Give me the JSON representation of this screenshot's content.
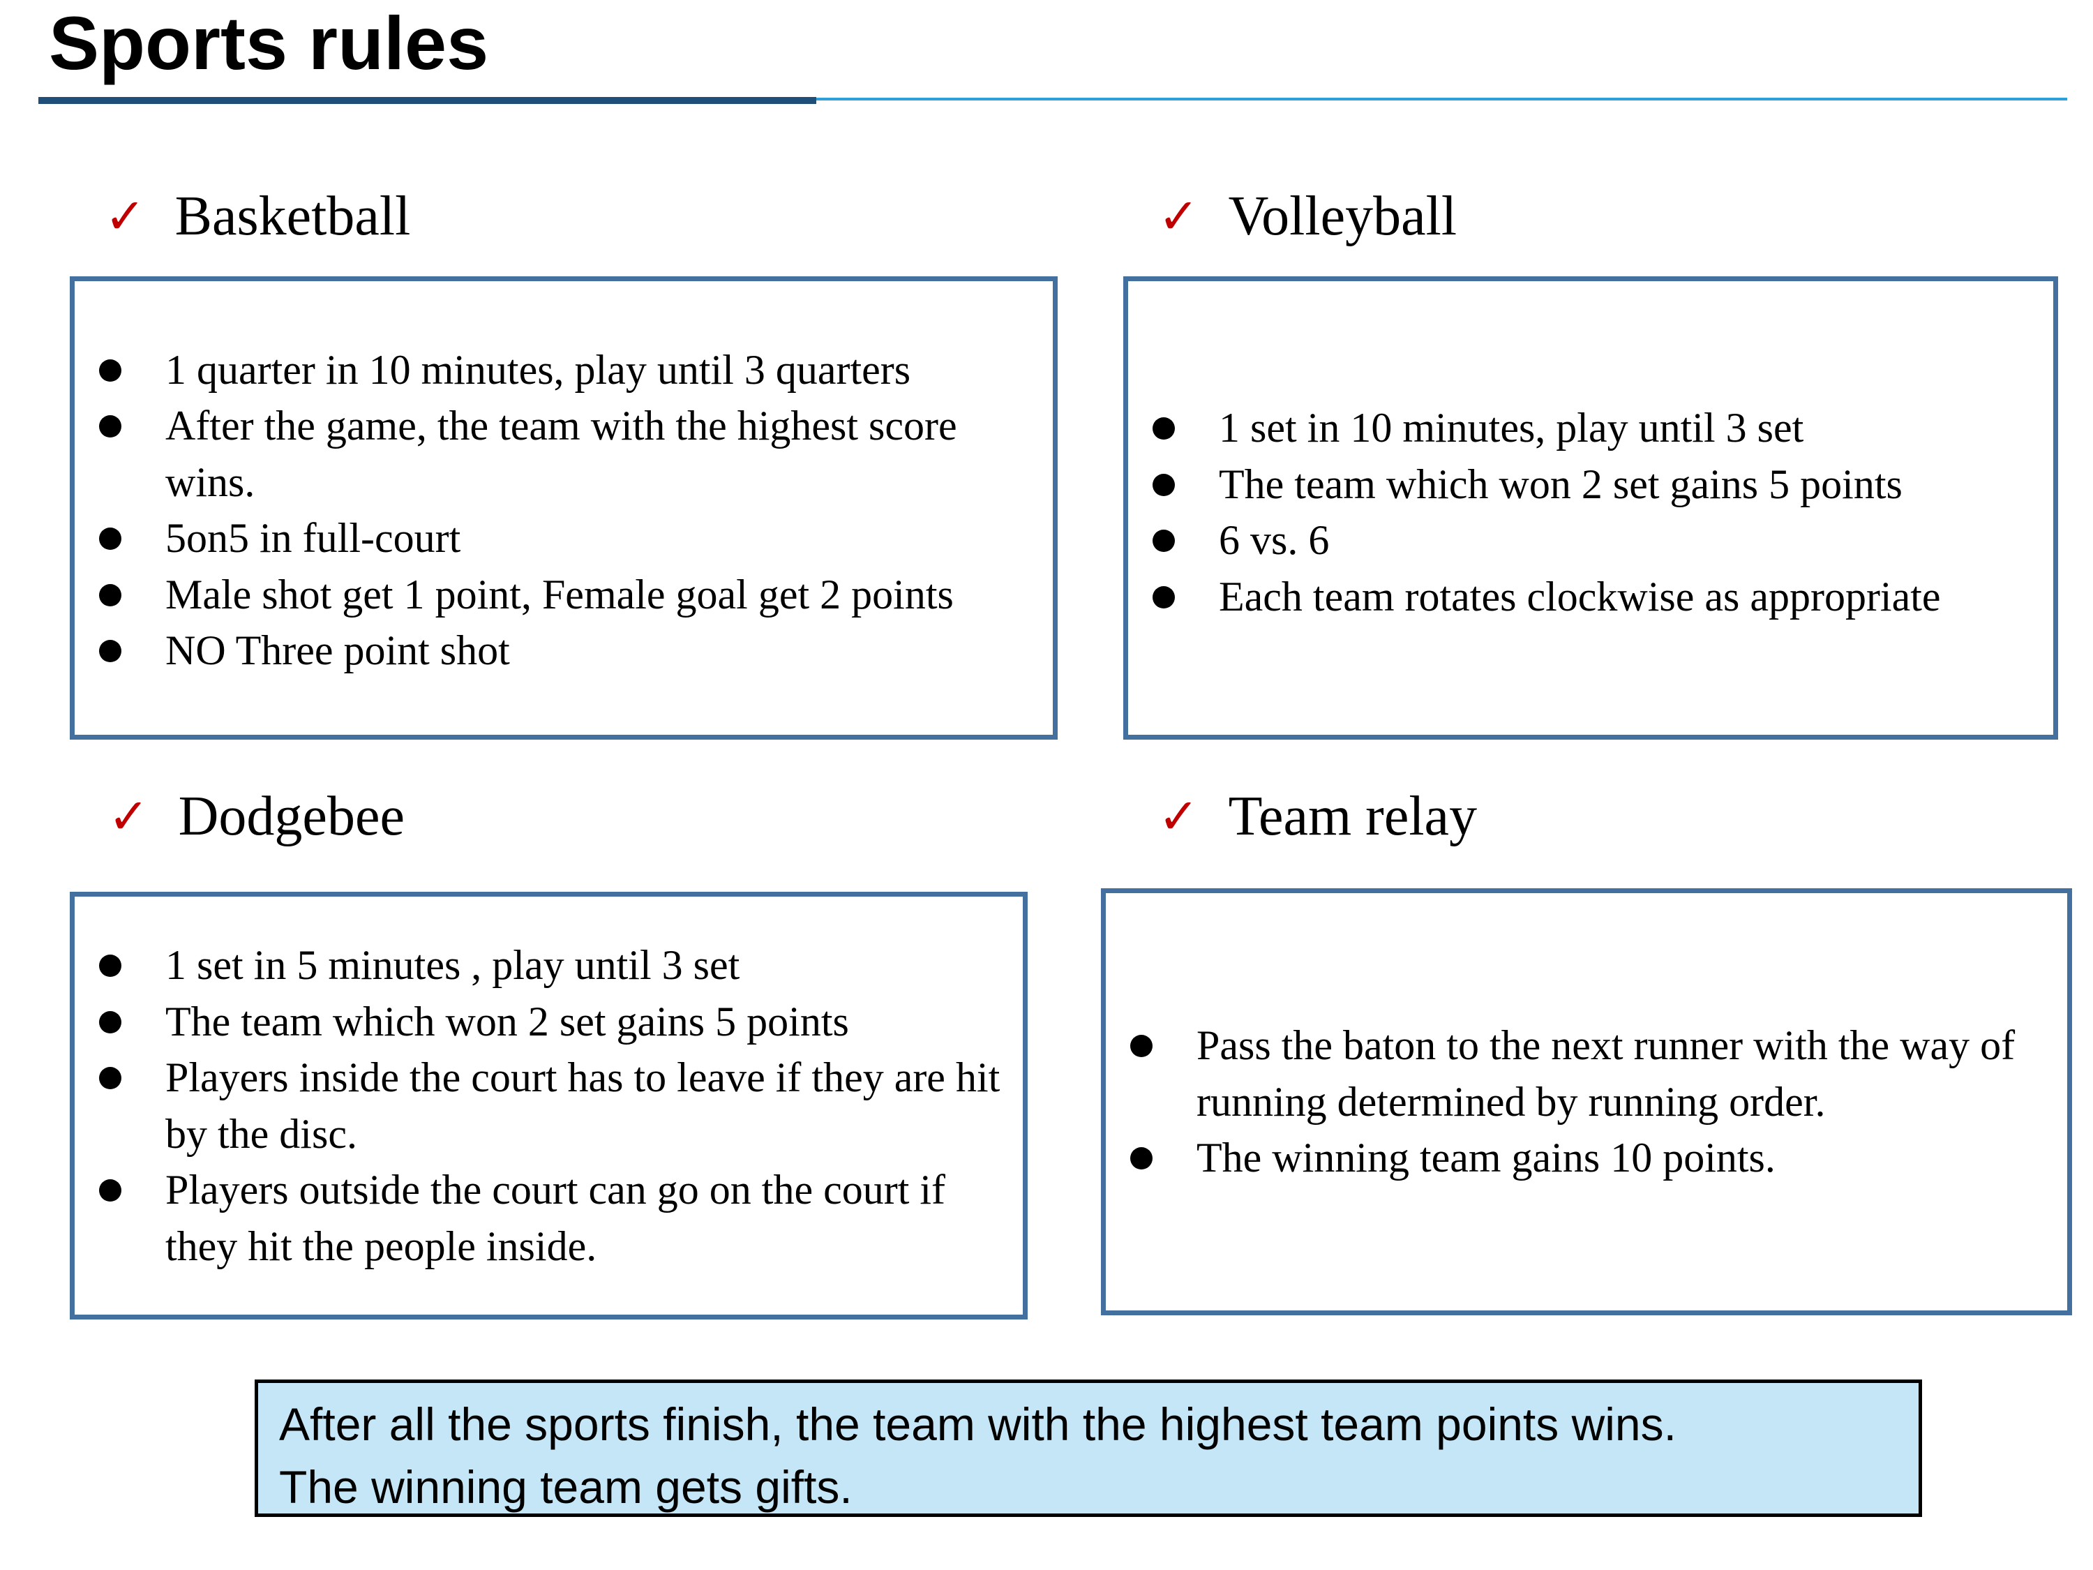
{
  "page": {
    "title": "Sports rules"
  },
  "colors": {
    "accent_dark": "#1f4e79",
    "accent_light": "#2e9fd8",
    "box_border": "#44709f",
    "check": "#c00000",
    "summary_background": "#c5e6f7"
  },
  "sections": [
    {
      "heading": "Basketball",
      "items": [
        "1 quarter in 10 minutes, play until 3 quarters",
        "After the game, the team with the highest score wins.",
        "5on5 in full-court",
        "Male shot get 1 point, Female goal get 2 points",
        "NO Three point shot"
      ]
    },
    {
      "heading": "Volleyball",
      "items": [
        "1 set in 10 minutes, play until 3 set",
        "The team which won 2 set gains 5 points",
        "6 vs. 6",
        "Each team rotates clockwise as appropriate"
      ]
    },
    {
      "heading": "Dodgebee",
      "items": [
        "1 set in 5 minutes , play until 3 set",
        "The team which won 2 set gains 5 points",
        "Players inside the court has to leave if they are hit by the disc.",
        "Players outside the court can go on the court if they hit the people inside."
      ]
    },
    {
      "heading": "Team relay",
      "items": [
        "Pass the baton to the next runner with the way of running determined by running order.",
        "The winning team gains 10 points."
      ]
    }
  ],
  "summary": {
    "line1": "After all the sports finish, the team with the highest team points wins.",
    "line2": "The winning team gets gifts."
  }
}
